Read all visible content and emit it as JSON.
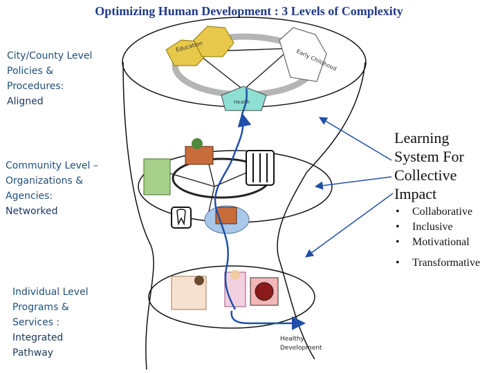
{
  "title": "Optimizing Human Development : 3 Levels of Complexity",
  "levels": [
    {
      "line1": "City/County Level",
      "line2": "Policies &",
      "line3": "Procedures:",
      "line4": "Aligned"
    },
    {
      "line1": "Community Level –",
      "line2": "Organizations &",
      "line3": "Agencies:",
      "line4": "Networked"
    },
    {
      "line1": "Individual Level",
      "line2": "Programs &",
      "line3": "Services :",
      "line4": "Integrated",
      "line5": "Pathway"
    }
  ],
  "sectors": {
    "education": "Education",
    "early_childhood": "Early Childhood",
    "health": "Health"
  },
  "outcome": {
    "line1": "Healthy",
    "line2": "Development"
  },
  "learning": {
    "line1": "Learning",
    "line2": "System For",
    "line3": "Collective",
    "line4": "Impact",
    "bullets": [
      "Collaborative",
      "Inclusive",
      "Motivational",
      "Transformative"
    ]
  },
  "colors": {
    "title": "#1f3a8a",
    "arrow": "#1f4fa8",
    "education": "#e8c84a",
    "health": "#8fe0d4"
  }
}
